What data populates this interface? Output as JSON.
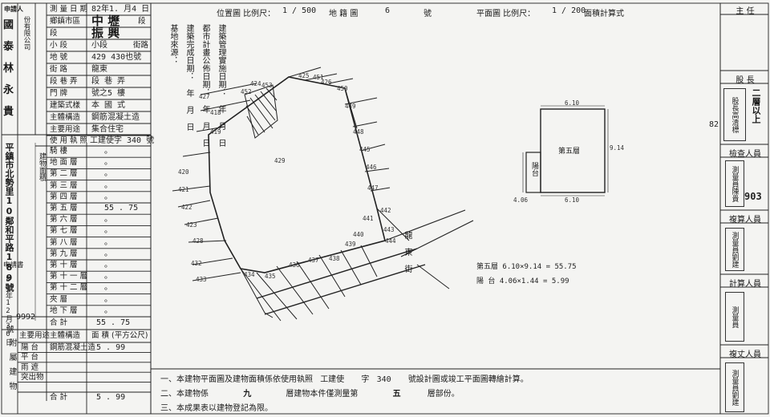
{
  "header": {
    "survey_date_label": "測 量 日 期",
    "survey_date_value": "82年1. 月4 日",
    "location_scale_label": "位置圖  比例尺：",
    "location_scale_value": "1 / 500",
    "map_sheet_label": "地 籍 圖",
    "map_sheet_no": "6",
    "map_sheet_suffix": "號",
    "plan_scale_label": "平面圖  比例尺：",
    "plan_scale_value": "1 / 200",
    "area_calc_label": "面積計算式"
  },
  "left_table": {
    "applicant_label": "申請人",
    "owner_lines": [
      "國",
      "泰",
      "林",
      "永",
      "貴"
    ],
    "company_text": "份有限公司",
    "district_label": "鄉鎮市區",
    "district_value": "中 壢",
    "section_label": "段",
    "section_value": "振 興",
    "section_suffix": "段",
    "subsection_label": "小 段",
    "subsection_suffix": "小段",
    "lot_label": "地 號",
    "lot_value": "429  430也號",
    "street_label": "街 路",
    "street_value": "龍東",
    "street_suffix": "街路",
    "lane_label": "段 巷 弄",
    "lane_value": "段 巷 弄",
    "door_label": "門 牌",
    "door_value": "號之5 樓",
    "building_style_label": "建築式樣",
    "building_style_value": "本 國 式",
    "structure_label": "主體構造",
    "structure_value": "鋼筋混凝土造",
    "use_label": "主要用途",
    "use_value": "集合住宅",
    "permit_label": "使 用 執 照",
    "permit_value": "工建使字 340 號",
    "floors": [
      {
        "name": "騎  樓",
        "area": "。"
      },
      {
        "name": "地 面 層",
        "area": "。"
      },
      {
        "name": "第 二 層",
        "area": "。"
      },
      {
        "name": "第 三 層",
        "area": "。"
      },
      {
        "name": "第 四 層",
        "area": "。"
      },
      {
        "name": "第 五 層",
        "area": "55 . 75"
      },
      {
        "name": "第 六 層",
        "area": "。"
      },
      {
        "name": "第 七 層",
        "area": "。"
      },
      {
        "name": "第 八 層",
        "area": "。"
      },
      {
        "name": "第 九 層",
        "area": "。"
      },
      {
        "name": "第 十 層",
        "area": "。"
      },
      {
        "name": "第 十 一 層",
        "area": "。"
      },
      {
        "name": "第 十 二 層",
        "area": "。"
      },
      {
        "name": "夾  層",
        "area": "。"
      },
      {
        "name": "地 下 層",
        "area": "。"
      }
    ],
    "total_label": "合     計",
    "total_value": "55 . 75",
    "annex_header_use": "主要用途",
    "annex_header_struct": "主體構造",
    "annex_header_area": "面 積 (平方公尺)",
    "annex_rows": [
      {
        "use": "陽 台",
        "struct": "鋼筋混凝土造",
        "area": "5 . 99"
      },
      {
        "use": "平 台",
        "struct": "",
        "area": ""
      },
      {
        "use": "雨 遮",
        "struct": "",
        "area": ""
      },
      {
        "use": "突出物",
        "struct": "",
        "area": ""
      },
      {
        "use": "",
        "struct": "",
        "area": ""
      }
    ],
    "annex_total_label": "合     計",
    "annex_total_value": "5 . 99",
    "address_vertical": "平鎮市北勢里10鄰和平路189號",
    "apply_label": "申請書",
    "apply_date": "81年12月30日",
    "apply_no": "9992",
    "apply_suffix": "號",
    "side_build_label": "建物面積",
    "side_annex_label": "附屬建物"
  },
  "middle_column": {
    "items": [
      "建築管理實施日期：  年  月  日",
      "都市計畫公佈日期：  年  月  日",
      "建築完成日期：  年  月  日",
      "基地來源："
    ]
  },
  "plot": {
    "main_lot": "429",
    "labels": [
      "424",
      "425",
      "426",
      "427",
      "418",
      "419",
      "420",
      "421",
      "422",
      "423",
      "428",
      "432",
      "433",
      "434",
      "435",
      "436",
      "437",
      "438",
      "439",
      "440",
      "441",
      "442",
      "443",
      "444",
      "445",
      "446",
      "447",
      "448",
      "449",
      "450",
      "451",
      "452",
      "453"
    ],
    "street_text": "龍  東  街"
  },
  "plan": {
    "floor_label": "第五層",
    "balcony_label": "陽台",
    "dim_top": "6.10",
    "dim_right": "9.14",
    "dim_bottom": "6.10",
    "dim_balcony": "4.06",
    "calc_lines": [
      "第五層  6.10×9.14 = 55.75",
      "陽  台  4.06×1.44 = 5.99"
    ]
  },
  "notes": {
    "line1_a": "一、本建物平面圖及建物面積係依使用執照",
    "line1_b": "工建使",
    "line1_c": "字",
    "line1_d": "340",
    "line1_e": "號設計圖或竣工平面圖轉繪計算。",
    "line2_a": "二、本建物係",
    "line2_b": "九",
    "line2_c": "層建物本件僅測量第",
    "line2_d": "五",
    "line2_e": "層部份。",
    "line3": "三、本成果表以建物登記為限。"
  },
  "right_column": {
    "head": "主    任",
    "section_chief": "股    長",
    "stamp1_text": "股長高清標",
    "checker": "檢查人員",
    "stamp2_text": "測量員陳貴",
    "calculator": "複算人員",
    "stamp3_text": "測量員劉建",
    "computer": "計算人員",
    "stamp4_text": "測量員",
    "surveyor": "複丈人員",
    "stamp5_text": "測量員劉建",
    "handwritten": "二層以上",
    "code1": "82",
    "code2": "903"
  }
}
